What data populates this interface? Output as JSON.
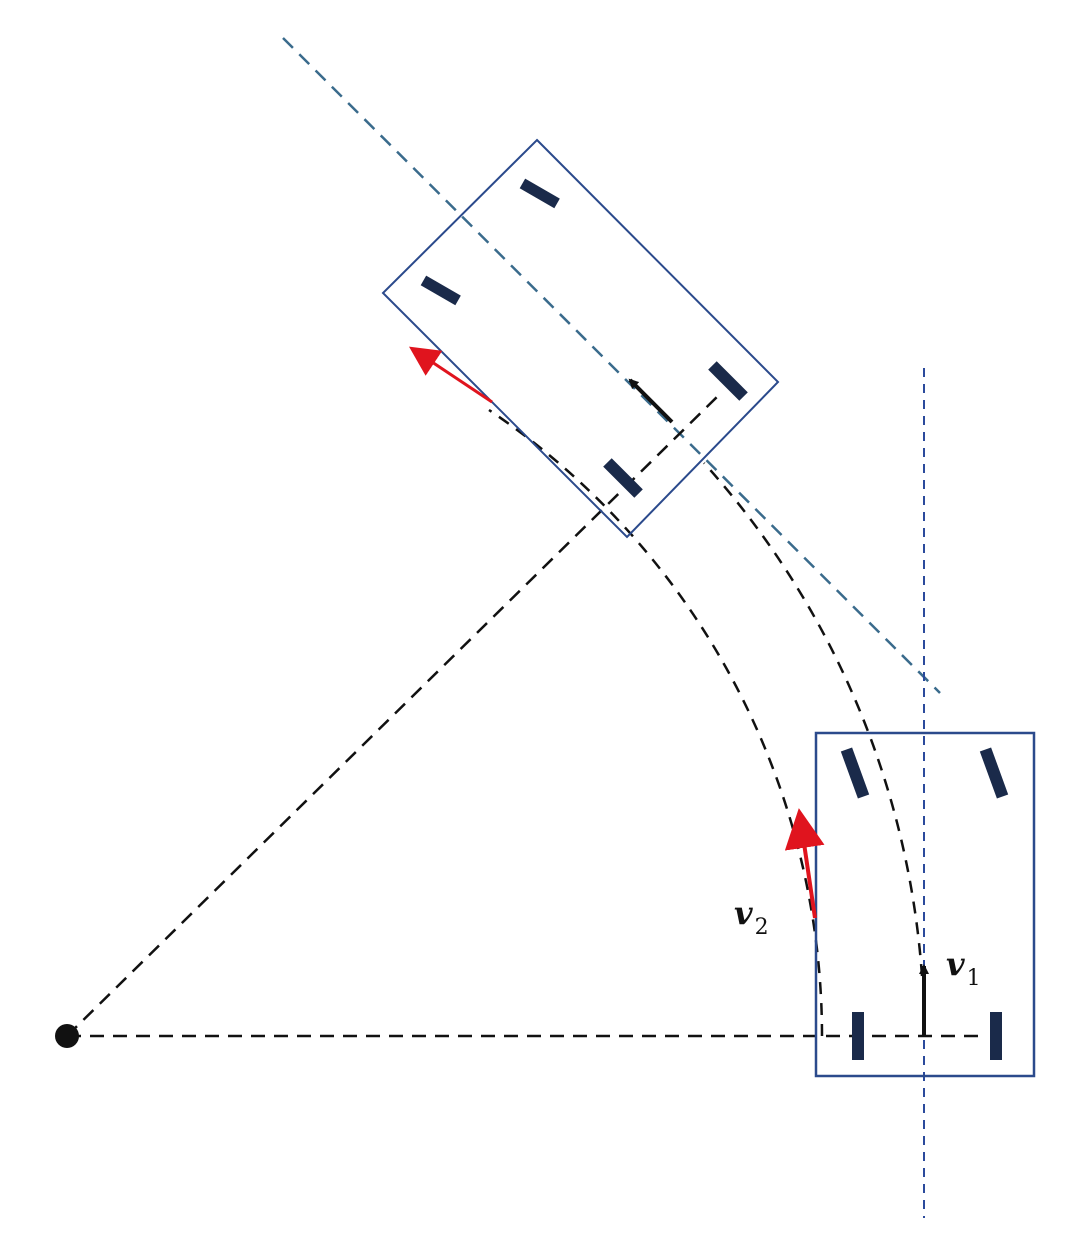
{
  "labels": {
    "v1_main": "v",
    "v1_sub": "1",
    "v2_main": "v",
    "v2_sub": "2"
  },
  "colors": {
    "car_outline": "#2b4a8c",
    "wheel": "#1a2a4a",
    "red_arrow": "#e0141e",
    "black": "#111111",
    "blue_dash": "#3a6b8c",
    "vertical_dash": "#2b4a9c"
  }
}
